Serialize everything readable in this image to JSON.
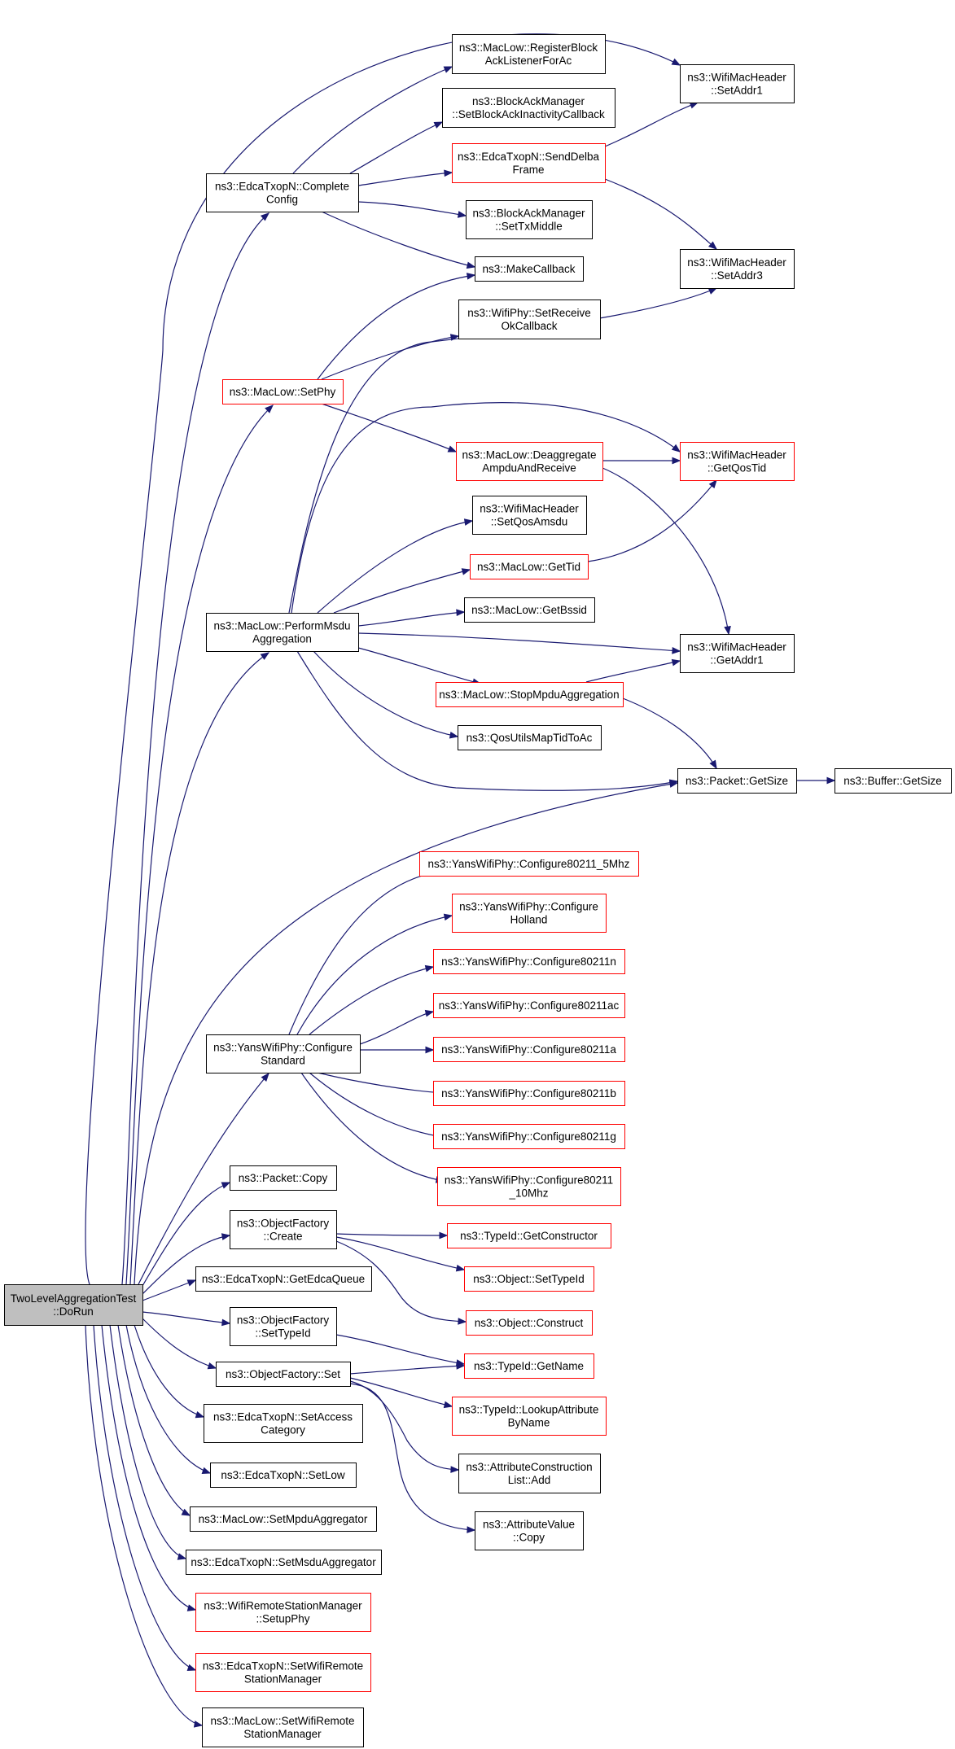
{
  "colors": {
    "edge": "#191970",
    "border_normal": "#000000",
    "border_truncated": "#ff0000",
    "root_fill": "#bfbfbf",
    "node_fill": "#ffffff"
  },
  "nodes": [
    {
      "id": "root",
      "lines": [
        "TwoLevelAggregationTest",
        "::DoRun"
      ],
      "style": "root"
    },
    {
      "id": "completeconfig",
      "lines": [
        "ns3::EdcaTxopN::Complete",
        "Config"
      ],
      "style": "normal"
    },
    {
      "id": "registerblockack",
      "lines": [
        "ns3::MacLow::RegisterBlock",
        "AckListenerForAc"
      ],
      "style": "normal"
    },
    {
      "id": "setblockackinactivity",
      "lines": [
        "ns3::BlockAckManager",
        "::SetBlockAckInactivityCallback"
      ],
      "style": "normal"
    },
    {
      "id": "senddelbaframe",
      "lines": [
        "ns3::EdcaTxopN::SendDelba",
        "Frame"
      ],
      "style": "truncated"
    },
    {
      "id": "settxmiddle",
      "lines": [
        "ns3::BlockAckManager",
        "::SetTxMiddle"
      ],
      "style": "normal"
    },
    {
      "id": "makecallback",
      "lines": [
        "ns3::MakeCallback"
      ],
      "style": "normal"
    },
    {
      "id": "setaddr1",
      "lines": [
        "ns3::WifiMacHeader",
        "::SetAddr1"
      ],
      "style": "normal"
    },
    {
      "id": "setaddr3",
      "lines": [
        "ns3::WifiMacHeader",
        "::SetAddr3"
      ],
      "style": "normal"
    },
    {
      "id": "setreceiveok",
      "lines": [
        "ns3::WifiPhy::SetReceive",
        "OkCallback"
      ],
      "style": "normal"
    },
    {
      "id": "setphy",
      "lines": [
        "ns3::MacLow::SetPhy"
      ],
      "style": "truncated"
    },
    {
      "id": "deaggregate",
      "lines": [
        "ns3::MacLow::Deaggregate",
        "AmpduAndReceive"
      ],
      "style": "truncated"
    },
    {
      "id": "getqostid",
      "lines": [
        "ns3::WifiMacHeader",
        "::GetQosTid"
      ],
      "style": "truncated"
    },
    {
      "id": "setqosamsdu",
      "lines": [
        "ns3::WifiMacHeader",
        "::SetQosAmsdu"
      ],
      "style": "normal"
    },
    {
      "id": "gettid",
      "lines": [
        "ns3::MacLow::GetTid"
      ],
      "style": "truncated"
    },
    {
      "id": "getbssid",
      "lines": [
        "ns3::MacLow::GetBssid"
      ],
      "style": "normal"
    },
    {
      "id": "performmsdu",
      "lines": [
        "ns3::MacLow::PerformMsdu",
        "Aggregation"
      ],
      "style": "normal"
    },
    {
      "id": "getaddr1",
      "lines": [
        "ns3::WifiMacHeader",
        "::GetAddr1"
      ],
      "style": "normal"
    },
    {
      "id": "stopmpdu",
      "lines": [
        "ns3::MacLow::StopMpduAggregation"
      ],
      "style": "truncated"
    },
    {
      "id": "qosutils",
      "lines": [
        "ns3::QosUtilsMapTidToAc"
      ],
      "style": "normal"
    },
    {
      "id": "packetgetsize",
      "lines": [
        "ns3::Packet::GetSize"
      ],
      "style": "normal"
    },
    {
      "id": "buffergetsize",
      "lines": [
        "ns3::Buffer::GetSize"
      ],
      "style": "normal"
    },
    {
      "id": "cfg5mhz",
      "lines": [
        "ns3::YansWifiPhy::Configure80211_5Mhz"
      ],
      "style": "truncated"
    },
    {
      "id": "cfgholland",
      "lines": [
        "ns3::YansWifiPhy::Configure",
        "Holland"
      ],
      "style": "truncated"
    },
    {
      "id": "cfg80211n",
      "lines": [
        "ns3::YansWifiPhy::Configure80211n"
      ],
      "style": "truncated"
    },
    {
      "id": "cfg80211ac",
      "lines": [
        "ns3::YansWifiPhy::Configure80211ac"
      ],
      "style": "truncated"
    },
    {
      "id": "cfgstandard",
      "lines": [
        "ns3::YansWifiPhy::Configure",
        "Standard"
      ],
      "style": "normal"
    },
    {
      "id": "cfg80211a",
      "lines": [
        "ns3::YansWifiPhy::Configure80211a"
      ],
      "style": "truncated"
    },
    {
      "id": "cfg80211b",
      "lines": [
        "ns3::YansWifiPhy::Configure80211b"
      ],
      "style": "truncated"
    },
    {
      "id": "cfg80211g",
      "lines": [
        "ns3::YansWifiPhy::Configure80211g"
      ],
      "style": "truncated"
    },
    {
      "id": "cfg10mhz",
      "lines": [
        "ns3::YansWifiPhy::Configure80211",
        "_10Mhz"
      ],
      "style": "truncated"
    },
    {
      "id": "packetcopy",
      "lines": [
        "ns3::Packet::Copy"
      ],
      "style": "normal"
    },
    {
      "id": "ofcreate",
      "lines": [
        "ns3::ObjectFactory",
        "::Create"
      ],
      "style": "normal"
    },
    {
      "id": "getconstructor",
      "lines": [
        "ns3::TypeId::GetConstructor"
      ],
      "style": "truncated"
    },
    {
      "id": "settypeid",
      "lines": [
        "ns3::Object::SetTypeId"
      ],
      "style": "truncated"
    },
    {
      "id": "getedcaqueue",
      "lines": [
        "ns3::EdcaTxopN::GetEdcaQueue"
      ],
      "style": "normal"
    },
    {
      "id": "construct",
      "lines": [
        "ns3::Object::Construct"
      ],
      "style": "truncated"
    },
    {
      "id": "ofsettypeid",
      "lines": [
        "ns3::ObjectFactory",
        "::SetTypeId"
      ],
      "style": "normal"
    },
    {
      "id": "getname",
      "lines": [
        "ns3::TypeId::GetName"
      ],
      "style": "truncated"
    },
    {
      "id": "ofset",
      "lines": [
        "ns3::ObjectFactory::Set"
      ],
      "style": "normal"
    },
    {
      "id": "lookupattr",
      "lines": [
        "ns3::TypeId::LookupAttribute",
        "ByName"
      ],
      "style": "truncated"
    },
    {
      "id": "setaccesscat",
      "lines": [
        "ns3::EdcaTxopN::SetAccess",
        "Category"
      ],
      "style": "normal"
    },
    {
      "id": "attrlistadd",
      "lines": [
        "ns3::AttributeConstruction",
        "List::Add"
      ],
      "style": "normal"
    },
    {
      "id": "setlow",
      "lines": [
        "ns3::EdcaTxopN::SetLow"
      ],
      "style": "normal"
    },
    {
      "id": "attrvaluecopy",
      "lines": [
        "ns3::AttributeValue",
        "::Copy"
      ],
      "style": "normal"
    },
    {
      "id": "setmpduagg",
      "lines": [
        "ns3::MacLow::SetMpduAggregator"
      ],
      "style": "normal"
    },
    {
      "id": "setmsduagg",
      "lines": [
        "ns3::EdcaTxopN::SetMsduAggregator"
      ],
      "style": "normal"
    },
    {
      "id": "setupphy",
      "lines": [
        "ns3::WifiRemoteStationManager",
        "::SetupPhy"
      ],
      "style": "truncated"
    },
    {
      "id": "edcasetwrsm",
      "lines": [
        "ns3::EdcaTxopN::SetWifiRemote",
        "StationManager"
      ],
      "style": "truncated"
    },
    {
      "id": "maclowsetwrsm",
      "lines": [
        "ns3::MacLow::SetWifiRemote",
        "StationManager"
      ],
      "style": "normal"
    }
  ]
}
